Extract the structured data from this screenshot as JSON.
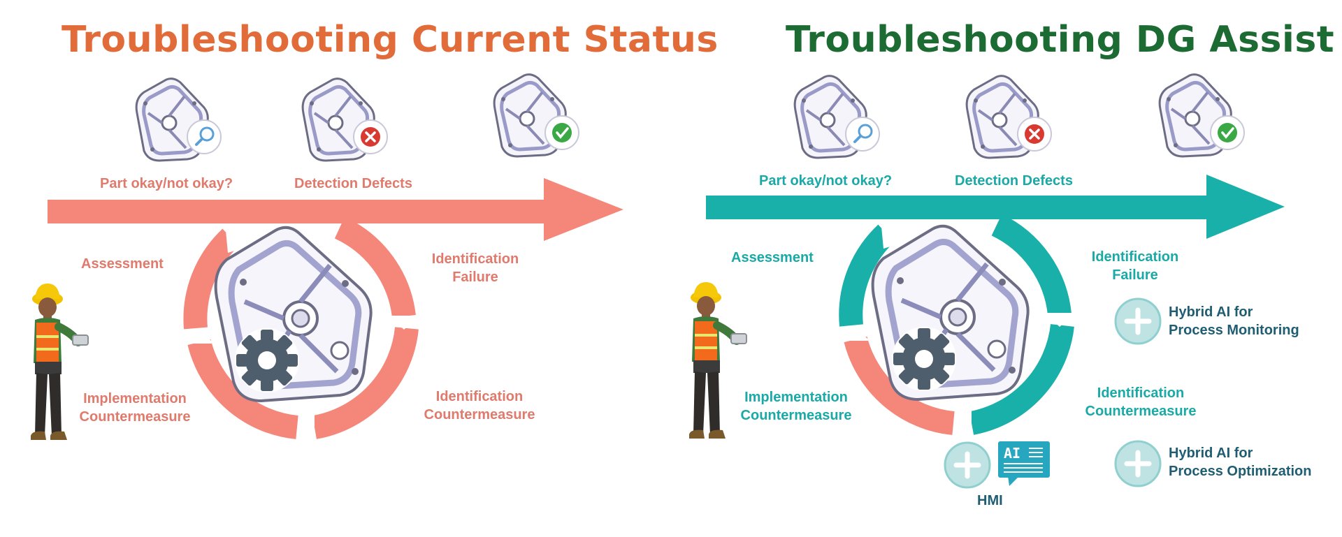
{
  "colors": {
    "left_title": "#e26b3a",
    "right_title": "#1b6b32",
    "salmon": "#f5877a",
    "salmon_text": "#e07a6c",
    "teal": "#19b0aa",
    "teal_text": "#19a9a6",
    "ai_text": "#1f5d72"
  },
  "left": {
    "title": "Troubleshooting Current Status",
    "labels": {
      "part_ok": "Part okay/not okay?",
      "detection": "Detection Defects",
      "assessment": "Assessment",
      "ident_failure_1": "Identification",
      "ident_failure_2": "Failure",
      "impl_1": "Implementation",
      "impl_2": "Countermeasure",
      "ident_cm_1": "Identification",
      "ident_cm_2": "Countermeasure"
    },
    "icons": [
      "part-inspect-icon",
      "part-defect-icon",
      "part-ok-icon",
      "gear-part-icon",
      "worker-figure"
    ]
  },
  "right": {
    "title": "Troubleshooting DG Assist",
    "labels": {
      "part_ok": "Part okay/not okay?",
      "detection": "Detection Defects",
      "assessment": "Assessment",
      "ident_failure_1": "Identification",
      "ident_failure_2": "Failure",
      "impl_1": "Implementation",
      "impl_2": "Countermeasure",
      "ident_cm_1": "Identification",
      "ident_cm_2": "Countermeasure"
    },
    "addons": {
      "monitoring_1": "Hybrid AI for",
      "monitoring_2": "Process Monitoring",
      "optimization_1": "Hybrid AI for",
      "optimization_2": "Process Optimization",
      "hmi": "HMI",
      "ai_badge": "AI"
    },
    "icons": [
      "part-inspect-icon",
      "part-defect-icon",
      "part-ok-icon",
      "gear-part-icon",
      "worker-figure",
      "plus-icon",
      "ai-chat-icon"
    ]
  }
}
